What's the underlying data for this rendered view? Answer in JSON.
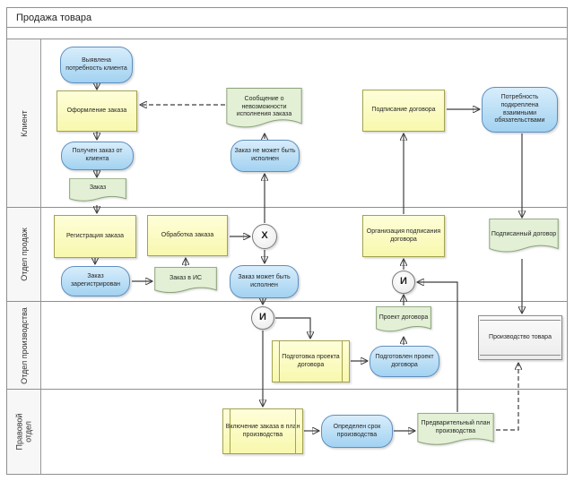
{
  "title": "Продажа товара",
  "lanes": [
    {
      "label": "Клиент"
    },
    {
      "label": "Отдел продаж"
    },
    {
      "label": "Отдел производства"
    },
    {
      "label": "Правовой отдел"
    }
  ],
  "nodes": {
    "need_identified": "Выявлена потребность клиента",
    "order_placement": "Оформление заказа",
    "order_received": "Получен заказ от клиента",
    "order_doc": "Заказ",
    "impossibility_message_doc": "Сообщение о невозможности исполнения заказа",
    "order_cannot_be_fulfilled": "Заказ не может быть исполнен",
    "contract_signing": "Подписание договора",
    "need_secured": "Потребность подкреплена взаимными обязательствами",
    "order_registration": "Регистрация заказа",
    "order_processing": "Обработка заказа",
    "order_registered": "Заказ зарегистрирован",
    "order_in_is_doc": "Заказ в ИС",
    "order_can_be_fulfilled": "Заказ может быть исполнен",
    "signing_organization": "Организация подписания договора",
    "signed_contract_doc": "Подписанный договор",
    "draft_contract_preparation": "Подготовка проекта договора",
    "draft_contract_prepared": "Подготовлен проект договора",
    "draft_contract_doc": "Проект договора",
    "goods_production": "Производство товара",
    "plan_inclusion": "Включение заказа в план производства",
    "production_term_defined": "Определен срок производства",
    "preliminary_plan_doc": "Предварительный план производства"
  },
  "gateways": {
    "xor": "X",
    "and_sales": "И",
    "and_production": "И"
  },
  "colors": {
    "process_fill": "#F8F8AE",
    "process_border": "#A3A34F",
    "event_fill": "#A2D2F1",
    "event_border": "#5E8FC0",
    "document_fill": "#E3F0D5",
    "document_border": "#8CA37A",
    "gateway_fill": "#F2F2F2",
    "gateway_border": "#7A7A7A",
    "external_fill": "#ECECEC",
    "external_border": "#8C8C8C",
    "connector": "#3F3F3F"
  }
}
